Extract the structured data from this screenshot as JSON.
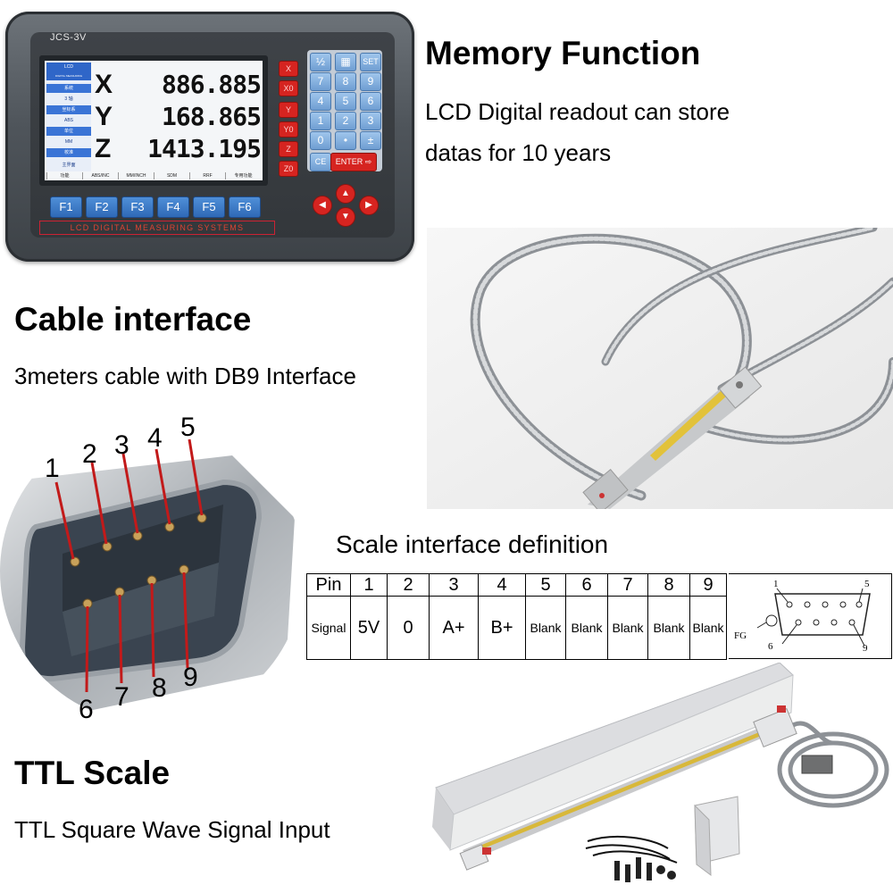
{
  "device": {
    "model": "JCS-3V",
    "lcd_menu": [
      "LCD",
      "DIGITAL MEASURING",
      "系统",
      "3 轴",
      "坐标系",
      "ABS",
      "单位",
      "MM",
      "校准",
      "主界面"
    ],
    "axes": [
      {
        "axis": "X",
        "value": "886.885"
      },
      {
        "axis": "Y",
        "value": "168.865"
      },
      {
        "axis": "Z",
        "value": "1413.195"
      }
    ],
    "soft_labels": [
      "功能",
      "ABS/INC",
      "MM/INCH",
      "SDM",
      "RRF",
      "专用功能"
    ],
    "axis_keys": [
      "X",
      "X0",
      "Y",
      "Y0",
      "Z",
      "Z0"
    ],
    "numpad": [
      "½",
      "▦",
      "SET",
      "7",
      "8",
      "9",
      "4",
      "5",
      "6",
      "1",
      "2",
      "3",
      "0",
      "•",
      "±",
      "CE"
    ],
    "enter_label": "ENTER",
    "function_keys": [
      "F1",
      "F2",
      "F3",
      "F4",
      "F5",
      "F6"
    ],
    "brand_strip": "LCD DIGITAL MEASURING SYSTEMS"
  },
  "memory": {
    "heading": "Memory Function",
    "line1": "LCD Digital readout  can store",
    "line2": "datas for 10 years"
  },
  "cable": {
    "heading": "Cable interface",
    "text": "3meters cable with DB9 Interface"
  },
  "connector_pins": [
    "1",
    "2",
    "3",
    "4",
    "5",
    "6",
    "7",
    "8",
    "9"
  ],
  "scale_interface": {
    "title": "Scale interface definition",
    "pin_header": "Pin",
    "signal_header": "Signal",
    "pins": [
      "1",
      "2",
      "3",
      "4",
      "5",
      "6",
      "7",
      "8",
      "9"
    ],
    "signals": [
      "5V",
      "0",
      "A+",
      "B+",
      "Blank",
      "Blank",
      "Blank",
      "Blank",
      "Blank"
    ],
    "diagram": {
      "fg_label": "FG",
      "pin_labels": [
        "1",
        "5",
        "6",
        "9"
      ]
    }
  },
  "ttl": {
    "heading": "TTL Scale",
    "text": "TTL Square Wave Signal Input"
  },
  "colors": {
    "red_key": "#d62420",
    "blue_key": "#4f8fd8",
    "housing": "#4f555b"
  }
}
